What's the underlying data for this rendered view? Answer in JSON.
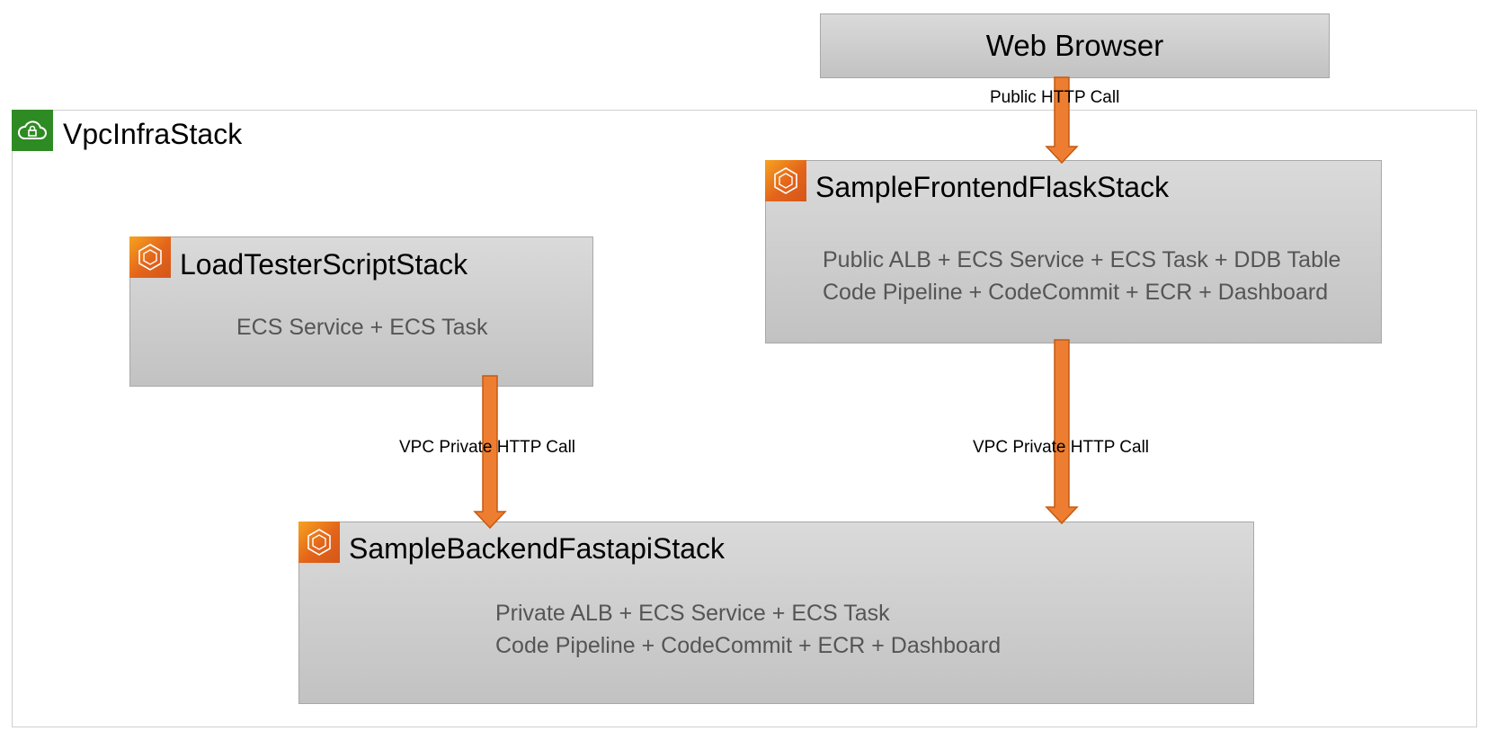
{
  "browser": {
    "title": "Web Browser"
  },
  "vpc": {
    "title": "VpcInfraStack",
    "icon": "cloud-lock-icon"
  },
  "frontend": {
    "title": "SampleFrontendFlaskStack",
    "icon": "ecs-container-icon",
    "lines": [
      "Public ALB + ECS Service + ECS Task + DDB Table",
      "Code Pipeline + CodeCommit + ECR + Dashboard"
    ]
  },
  "loadtester": {
    "title": "LoadTesterScriptStack",
    "icon": "ecs-container-icon",
    "lines": [
      "ECS Service + ECS Task"
    ]
  },
  "backend": {
    "title": "SampleBackendFastapiStack",
    "icon": "ecs-container-icon",
    "lines": [
      "Private ALB + ECS Service + ECS Task",
      "Code Pipeline + CodeCommit + ECR + Dashboard"
    ]
  },
  "arrows": {
    "browser_to_frontend": "Public HTTP Call",
    "loadtester_to_backend": "VPC Private HTTP Call",
    "frontend_to_backend": "VPC Private HTTP Call"
  },
  "colors": {
    "arrow_fill": "#ed7d31",
    "arrow_stroke": "#c55a11",
    "vpc_icon": "#2e8b23",
    "stack_icon": "#e3641a"
  }
}
